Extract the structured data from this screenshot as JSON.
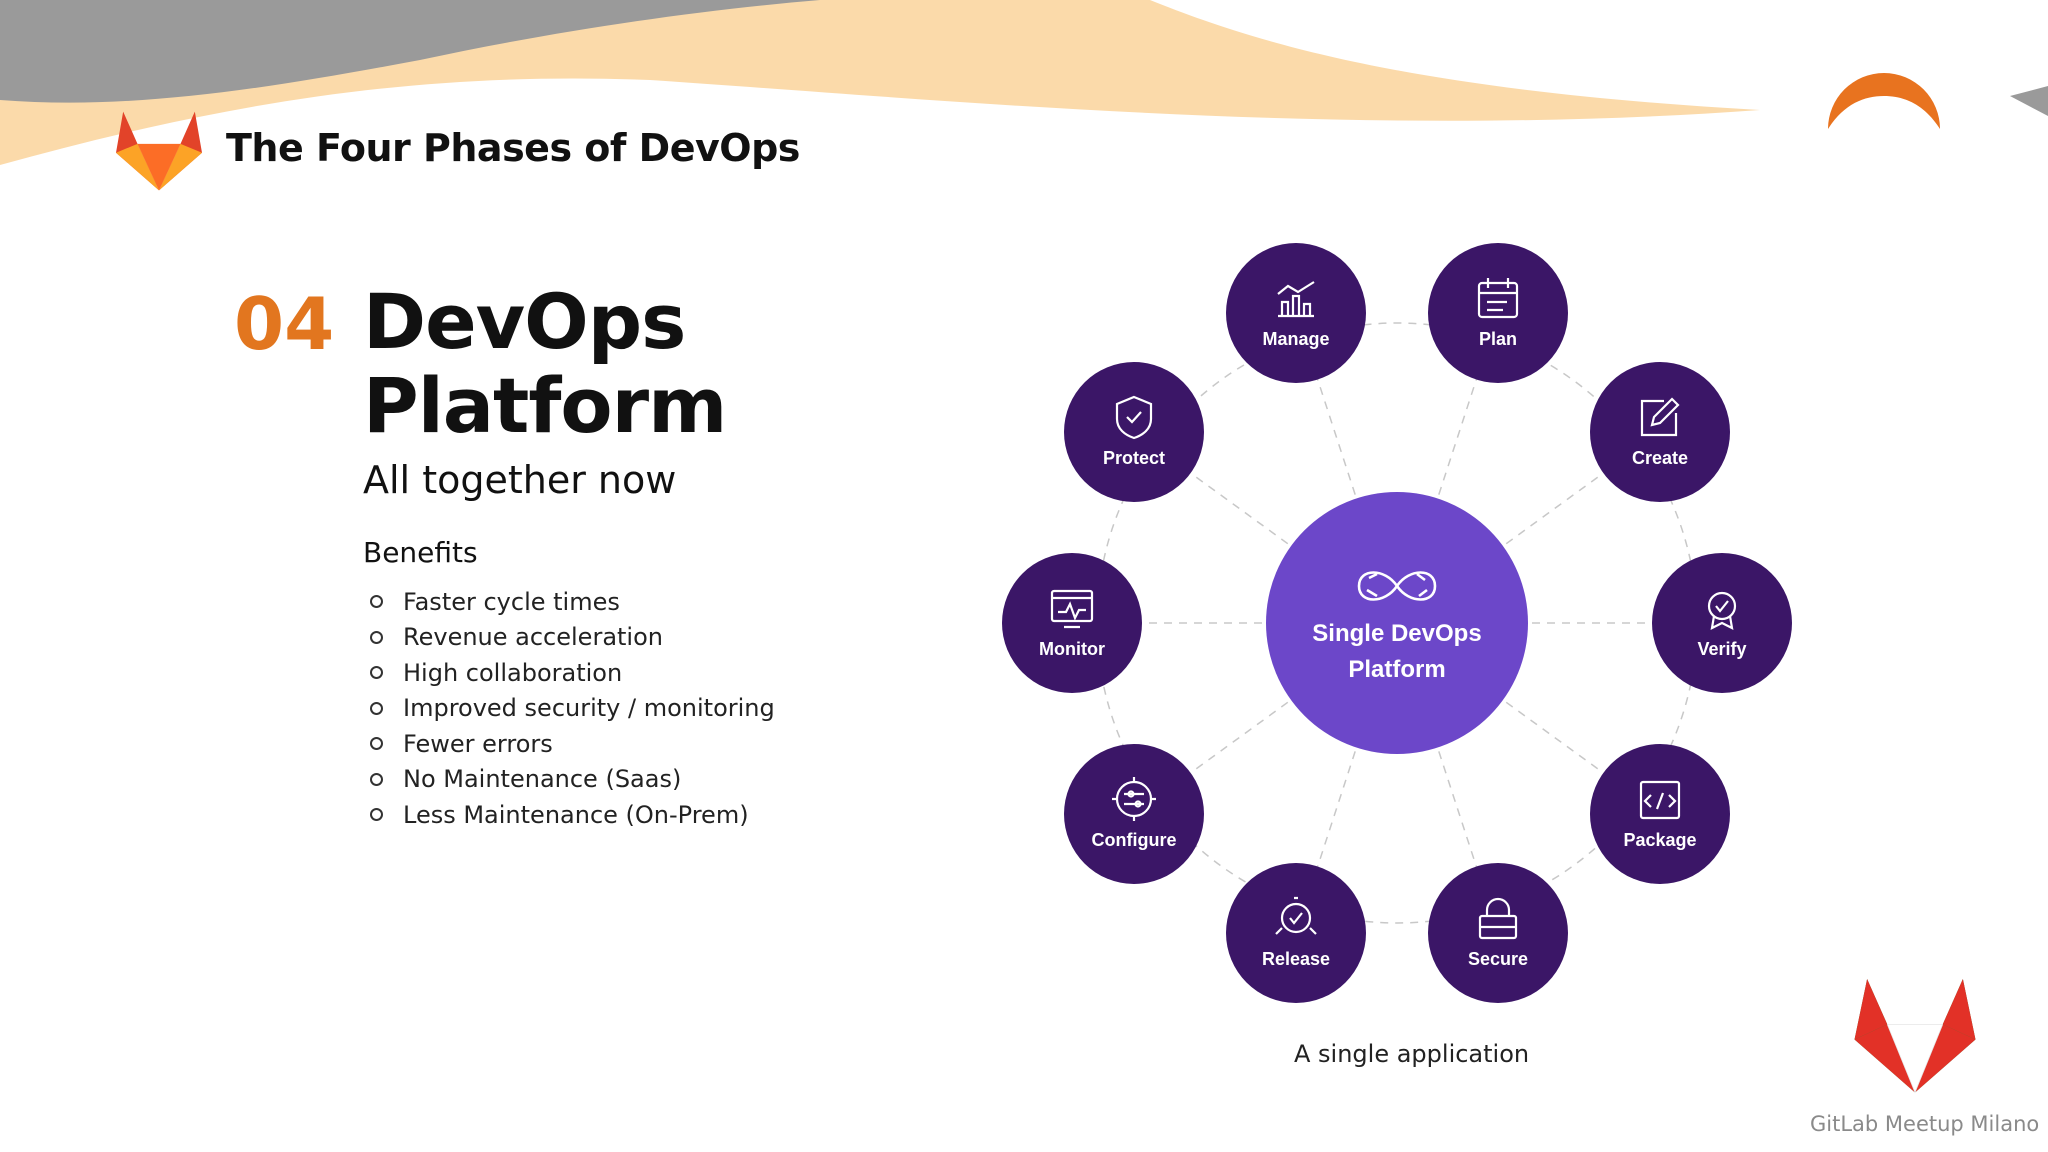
{
  "header": {
    "title": "The Four Phases of DevOps"
  },
  "section": {
    "number": "04",
    "title_line1": "DevOps",
    "title_line2": "Platform",
    "subtitle": "All together now"
  },
  "benefits": {
    "title": "Benefits",
    "items": [
      "Faster cycle times",
      "Revenue acceleration",
      "High collaboration",
      "Improved security / monitoring",
      "Fewer errors",
      "No Maintenance (Saas)",
      "Less Maintenance (On-Prem)"
    ]
  },
  "diagram": {
    "center_line1": "Single DevOps",
    "center_line2": "Platform",
    "nodes": [
      {
        "label": "Manage",
        "icon": "chart-icon"
      },
      {
        "label": "Plan",
        "icon": "calendar-icon"
      },
      {
        "label": "Create",
        "icon": "edit-icon"
      },
      {
        "label": "Verify",
        "icon": "badge-check-icon"
      },
      {
        "label": "Package",
        "icon": "code-box-icon"
      },
      {
        "label": "Secure",
        "icon": "lock-icon"
      },
      {
        "label": "Release",
        "icon": "release-icon"
      },
      {
        "label": "Configure",
        "icon": "gear-sliders-icon"
      },
      {
        "label": "Monitor",
        "icon": "monitor-pulse-icon"
      },
      {
        "label": "Protect",
        "icon": "shield-check-icon"
      }
    ],
    "caption": "A single application"
  },
  "footer": {
    "brand": "GitLab Meetup Milano"
  },
  "colors": {
    "accent_orange": "#e2761f",
    "node_purple": "#3b1667",
    "center_purple": "#6c47c9",
    "swoosh_gray": "#9a9a9a",
    "swoosh_peach": "#f9cd8d"
  }
}
